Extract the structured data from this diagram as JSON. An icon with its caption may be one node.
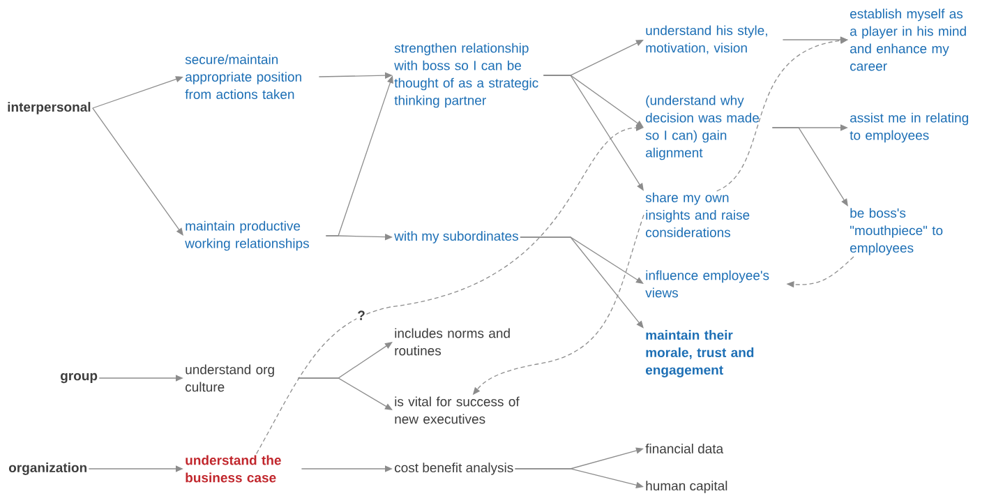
{
  "diagram": {
    "nodes": [
      {
        "text": [
          "interpersonal"
        ]
      },
      {
        "text": [
          "group"
        ]
      },
      {
        "text": [
          "organization"
        ]
      },
      {
        "text": [
          "secure/maintain appropriate position from actions taken"
        ]
      },
      {
        "text": [
          "maintain productive working relationships"
        ]
      },
      {
        "text": [
          "understand org culture"
        ]
      },
      {
        "text": [
          "understand the business case"
        ]
      },
      {
        "text": [
          "strengthen relationship with boss so I can be thought of as a strategic thinking partner"
        ]
      },
      {
        "text": [
          "with my subordinates"
        ]
      },
      {
        "text": [
          "includes norms and routines"
        ]
      },
      {
        "text": [
          "is vital for success of new executives"
        ]
      },
      {
        "text": [
          "cost benefit analysis"
        ]
      },
      {
        "text": [
          "understand his style, motivation, vision"
        ]
      },
      {
        "text": [
          "(understand why decision was made so I can) gain alignment"
        ]
      },
      {
        "text": [
          "share my own insights and raise considerations"
        ]
      },
      {
        "text": [
          "influence employee's views"
        ]
      },
      {
        "text": [
          "maintain their morale, trust and engagement"
        ]
      },
      {
        "text": [
          "financial data"
        ]
      },
      {
        "text": [
          "human capital"
        ]
      },
      {
        "text": [
          "establish myself as a  player in his mind and enhance my career"
        ]
      },
      {
        "text": [
          "assist me in relating to employees"
        ]
      },
      {
        "text": [
          "be boss's \"mouthpiece\" to employees"
        ]
      }
    ],
    "edges": [
      {
        "from": 0,
        "to": 3,
        "arrow": "to"
      },
      {
        "from": 0,
        "to": 4,
        "arrow": "to"
      },
      {
        "from": 3,
        "to": 7,
        "arrow": "to"
      },
      {
        "from": 4,
        "to": 7,
        "arrow": "to"
      },
      {
        "from": 4,
        "to": 8,
        "arrow": "to"
      },
      {
        "from": 7,
        "to": 12,
        "arrow": "to"
      },
      {
        "from": 7,
        "to": 13,
        "arrow": "to"
      },
      {
        "from": 7,
        "to": 14,
        "arrow": "to"
      },
      {
        "from": 8,
        "to": 15,
        "arrow": "to"
      },
      {
        "from": 8,
        "to": 16,
        "arrow": "to"
      },
      {
        "from": 1,
        "to": 5,
        "arrow": "to"
      },
      {
        "from": 5,
        "to": 9,
        "arrow": "to"
      },
      {
        "from": 5,
        "to": 10,
        "arrow": "to"
      },
      {
        "from": 2,
        "to": 6,
        "arrow": "to"
      },
      {
        "from": 6,
        "to": 11,
        "arrow": "to"
      },
      {
        "from": 11,
        "to": 17,
        "arrow": "to"
      },
      {
        "from": 11,
        "to": 18,
        "arrow": "to"
      },
      {
        "from": 12,
        "to": 19,
        "arrow": "to"
      },
      {
        "from": 13,
        "to": 20,
        "arrow": "to"
      },
      {
        "from": 13,
        "to": 21,
        "arrow": "to"
      },
      {
        "from": 6,
        "to": 13,
        "arrow": "to",
        "style": "dashed",
        "label": "?"
      },
      {
        "from": 14,
        "to": 10,
        "arrow": "to",
        "style": "dashed"
      },
      {
        "from": 14,
        "to": 19,
        "arrow": "to",
        "style": "dashed"
      },
      {
        "from": 21,
        "to": 15,
        "arrow": "to",
        "style": "dashed"
      }
    ]
  }
}
